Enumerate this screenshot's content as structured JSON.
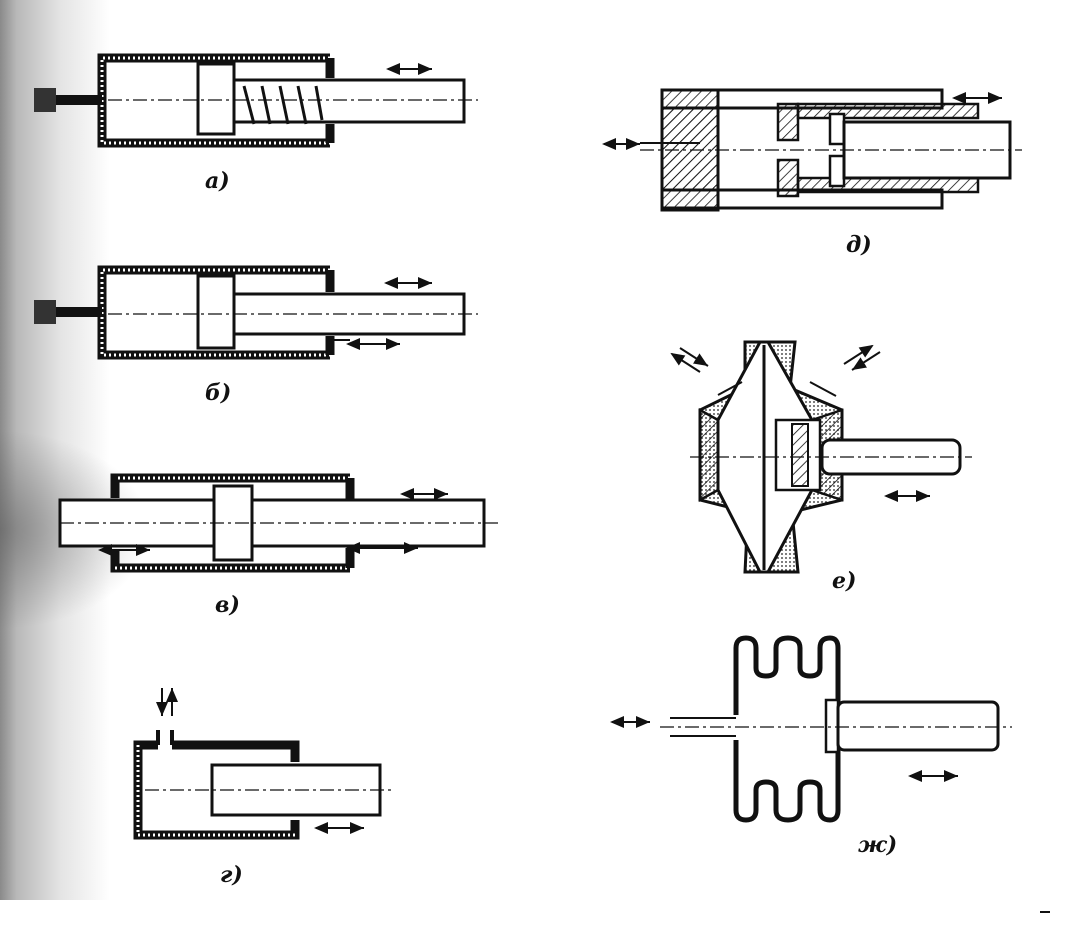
{
  "captions": {
    "a": "a)",
    "b": "б)",
    "v": "в)",
    "g": "г)",
    "d": "д)",
    "e": "е)",
    "zh": "ж)"
  },
  "colors": {
    "ink": "#111111",
    "paper": "#ffffff",
    "scan_edge": "#8a8a8a"
  }
}
